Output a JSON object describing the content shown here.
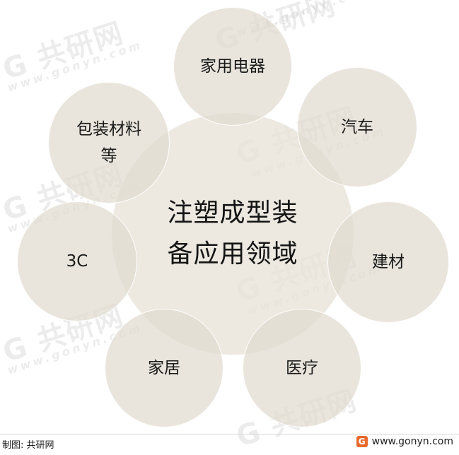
{
  "center": {
    "line1": "注塑成型装",
    "line2": "备应用领域"
  },
  "satellites": [
    {
      "id": "jiayong",
      "label": "家用电器"
    },
    {
      "id": "qiche",
      "label": "汽车"
    },
    {
      "id": "baozhuang",
      "label": "包装材料等"
    },
    {
      "id": "3c",
      "label": "3C"
    },
    {
      "id": "jiancai",
      "label": "建材"
    },
    {
      "id": "jiaju",
      "label": "家居"
    },
    {
      "id": "yiliao",
      "label": "医疗"
    }
  ],
  "footer": {
    "source": "制图: 共研网",
    "site": "www.gonyn.com",
    "logo_glyph": "G"
  },
  "watermark": {
    "brand": "共研网",
    "site": "www.gonyn.com"
  },
  "colors": {
    "circle_fill": "#e1dbcf",
    "logo_accent": "#e8692c"
  }
}
